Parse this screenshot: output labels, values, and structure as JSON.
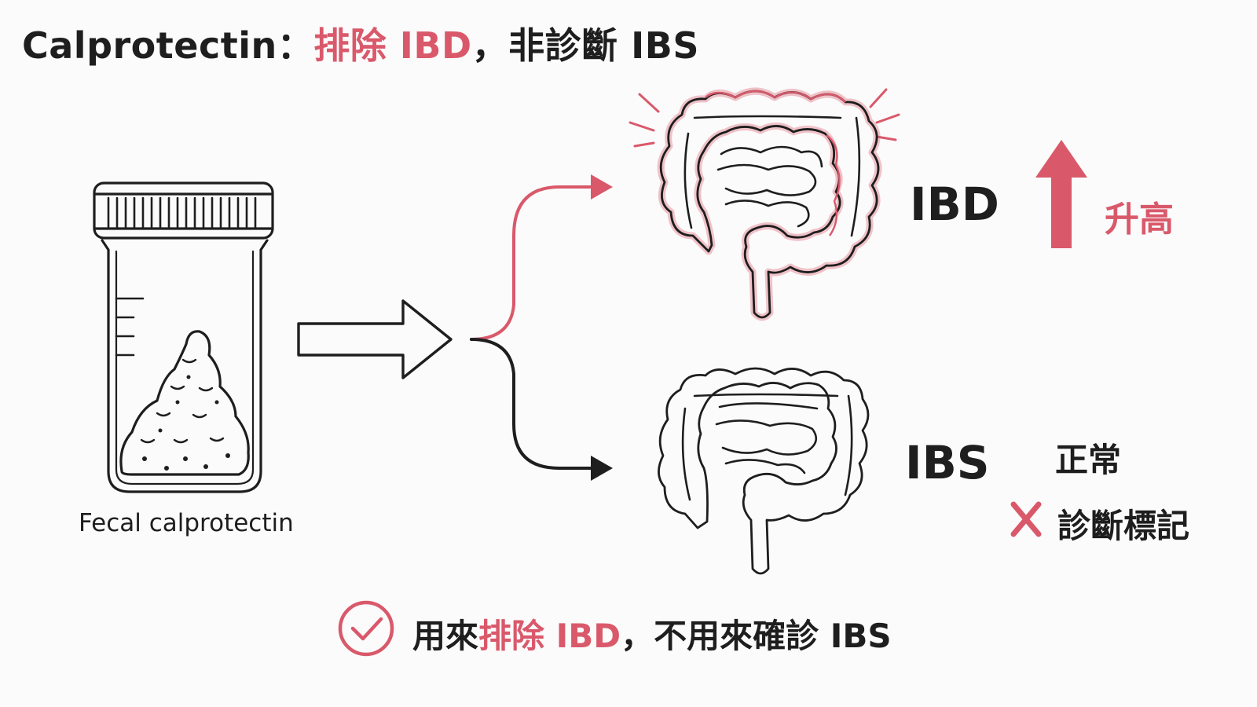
{
  "colors": {
    "accent": "#d9596b",
    "ink": "#1e1e1e"
  },
  "title": {
    "prefix": "Calprotectin：",
    "highlight": "排除 IBD",
    "suffix": "，非診斷 IBS"
  },
  "sample": {
    "label": "Fecal calprotectin"
  },
  "outcomes": {
    "ibd": {
      "label": "IBD",
      "status": "升高",
      "status_icon": "up-arrow-icon"
    },
    "ibs": {
      "label": "IBS",
      "status": "正常",
      "marker": "診斷標記",
      "marker_icon": "cross-icon"
    }
  },
  "conclusion": {
    "icon": "check-circle-icon",
    "part1": "用來",
    "highlight": "排除 IBD",
    "part2": "，不用來確診 IBS"
  }
}
